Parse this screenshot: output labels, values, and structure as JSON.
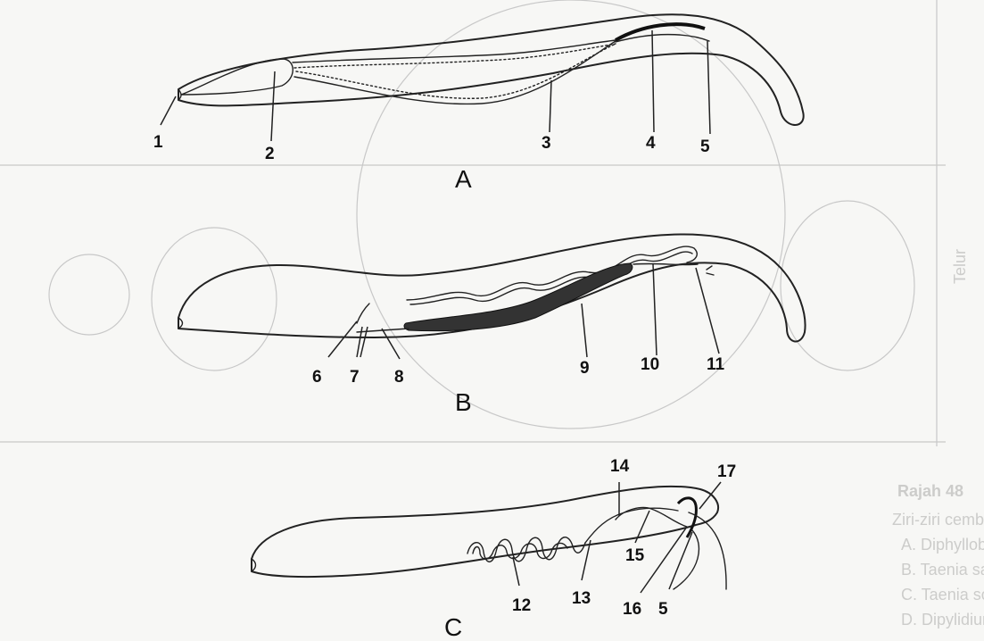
{
  "panels": [
    {
      "id": "A",
      "letter": "A",
      "labels": [
        "1",
        "2",
        "3",
        "4",
        "5"
      ]
    },
    {
      "id": "B",
      "letter": "B",
      "labels": [
        "6",
        "7",
        "8",
        "9",
        "10",
        "11"
      ]
    },
    {
      "id": "C",
      "letter": "C",
      "labels": [
        "12",
        "13",
        "14",
        "15",
        "16",
        "5",
        "17"
      ]
    }
  ],
  "background_text": {
    "heading": "Rajah 48",
    "caption_line": "Ziri-ziri cemberlo cacing gelang",
    "species": [
      "A. Diphyllobothrium latum",
      "B. Taenia saginata",
      "C. Taenia solium",
      "D. Dipylidium caninum."
    ],
    "side_label": "Telur"
  }
}
